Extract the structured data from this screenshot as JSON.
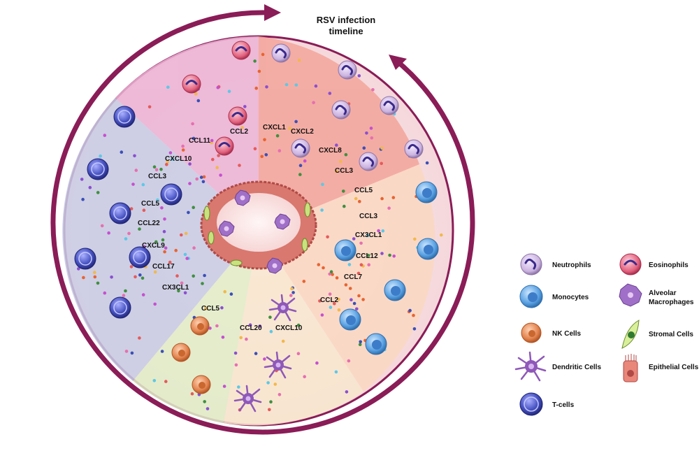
{
  "title": {
    "line1": "RSV infection",
    "line2": "timeline"
  },
  "sectors": {
    "tcell": {
      "color": "#c8cde6",
      "chemokines": [
        "CXCL10",
        "CCL3",
        "CCL5",
        "CCL22",
        "CXCL9",
        "CCL17",
        "CX3CL1"
      ]
    },
    "eosinophil": {
      "color": "#ecb4d6",
      "chemokines": [
        "CCL11",
        "CCL2"
      ]
    },
    "neutrophil": {
      "color": "#f3a49a",
      "chemokines": [
        "CXCL1",
        "CXCL2",
        "CXCL8",
        "CCL3"
      ]
    },
    "monocyte": {
      "color": "#fbd8c2",
      "chemokines": [
        "CCL5",
        "CCL3",
        "CX3CL1",
        "CCL12",
        "CCL7",
        "CCL2"
      ]
    },
    "nk": {
      "color": "#f2efd2",
      "chemokines": [
        "CCL5"
      ]
    },
    "dendritic": {
      "color": "#f9e8cf",
      "chemokines": [
        "CCL20",
        "CXCL10"
      ]
    }
  },
  "legend": {
    "neutrophils": "Neutrophils",
    "eosinophils": "Eosinophils",
    "monocytes": "Monocytes",
    "alveolar_line1": "Alveolar",
    "alveolar_line2": "Macrophages",
    "nk_cells": "NK Cells",
    "stromal_cells": "Stromal Cells",
    "dendritic_cells": "Dendritic Cells",
    "epithelial_cells": "Epithelial Cells",
    "t_cells": "T-cells"
  },
  "colors": {
    "arc": "#8a1c57",
    "outer_disc": "#f7e2e4",
    "airway_wall": "#d9786e",
    "airway_lumen": "#fbe3e3",
    "tcell": "#4a55c4",
    "neutrophil": "#cbb3df",
    "eosinophil": "#e2617e",
    "monocyte": "#5aa1e2",
    "nk": "#e2834f",
    "dendritic": "#8e58b8",
    "macrophage": "#a070c8",
    "stromal": "#c9e27e"
  }
}
